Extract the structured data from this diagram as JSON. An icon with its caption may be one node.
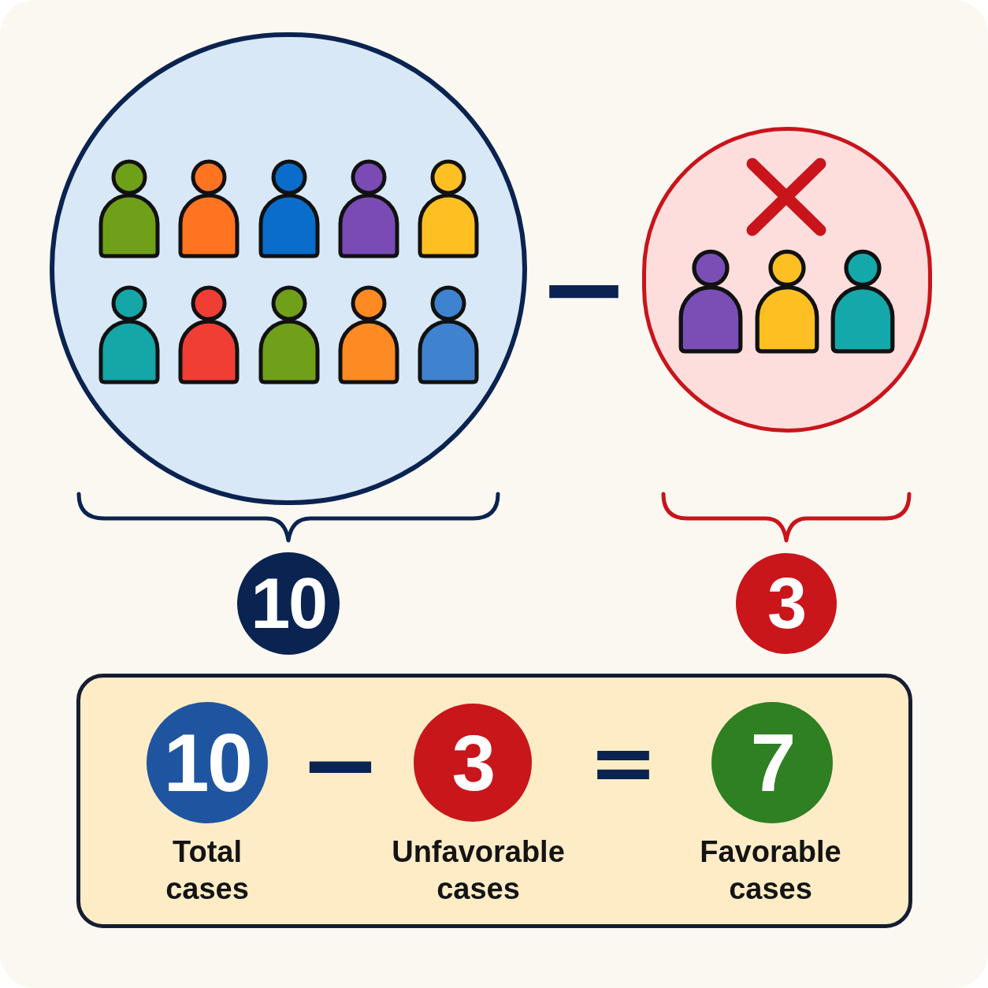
{
  "diagram": {
    "nodes": [
      {
        "text": [],
        "shape": "circle"
      },
      {
        "text": [],
        "shape": "person",
        "in": 0
      },
      {
        "text": [],
        "shape": "person",
        "in": 0
      },
      {
        "text": [],
        "shape": "person",
        "in": 0
      },
      {
        "text": [],
        "shape": "person",
        "in": 0
      },
      {
        "text": [],
        "shape": "person",
        "in": 0
      },
      {
        "text": [],
        "shape": "person",
        "in": 0
      },
      {
        "text": [],
        "shape": "person",
        "in": 0
      },
      {
        "text": [],
        "shape": "person",
        "in": 0
      },
      {
        "text": [],
        "shape": "person",
        "in": 0
      },
      {
        "text": [],
        "shape": "person",
        "in": 0
      },
      {
        "text": [],
        "shape": "circle"
      },
      {
        "text": [],
        "shape": "person",
        "in": 11
      },
      {
        "text": [],
        "shape": "person",
        "in": 11
      },
      {
        "text": [],
        "shape": "person",
        "in": 11
      },
      {
        "text": [
          "10"
        ]
      },
      {
        "text": [
          "3"
        ]
      },
      {
        "text": [],
        "shape": "box"
      },
      {
        "text": [
          "10"
        ],
        "beside": [
          "Total cases"
        ],
        "in": 17
      },
      {
        "text": [
          "3"
        ],
        "beside": [
          "Unfavorable cases"
        ],
        "in": 17
      },
      {
        "text": [
          "7"
        ],
        "beside": [
          "Favorable cases"
        ],
        "in": 17
      }
    ],
    "labels": [
      "−",
      "−",
      "="
    ]
  }
}
